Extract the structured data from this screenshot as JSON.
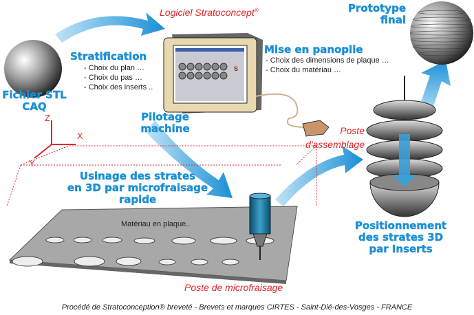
{
  "fichier": {
    "line1": "Fichier STL",
    "line2": "CAQ"
  },
  "logiciel": {
    "title": "Logiciel Stratoconcept",
    "reg": "®"
  },
  "stratification": {
    "title": "Stratification",
    "items": [
      "- Choix du plan …",
      "- Choix du pas …",
      "- Choix des inserts .."
    ]
  },
  "panoplie": {
    "title": "Mise en panoplie",
    "items": [
      "- Choix des dimensions de plaque …",
      "- Choix du matériau …"
    ]
  },
  "pilotage": {
    "line1": "Pilotage",
    "line2": "machine"
  },
  "axes": {
    "x": "X",
    "y": "Y",
    "z": "Z"
  },
  "usinage": {
    "line1": "Usinage des strates",
    "line2": "en 3D par microfraisage",
    "line3": "rapide"
  },
  "plaque": "Matériau en plaque..",
  "microfraisage": "Poste de microfraisage",
  "assemblage": {
    "line1": "Poste",
    "line2": "d'assemblage"
  },
  "prototype": {
    "line1": "Prototype",
    "line2": "final"
  },
  "positionnement": {
    "line1": "Positionnement",
    "line2": "des strates 3D",
    "line3": "par Inserts"
  },
  "footer": "Procédé de Stratoconception® breveté - Brevets et marques CIRTES - Saint-Dié-des-Vosges - FRANCE",
  "colors": {
    "blue": "#1a8fd6",
    "red": "#e2262b"
  }
}
